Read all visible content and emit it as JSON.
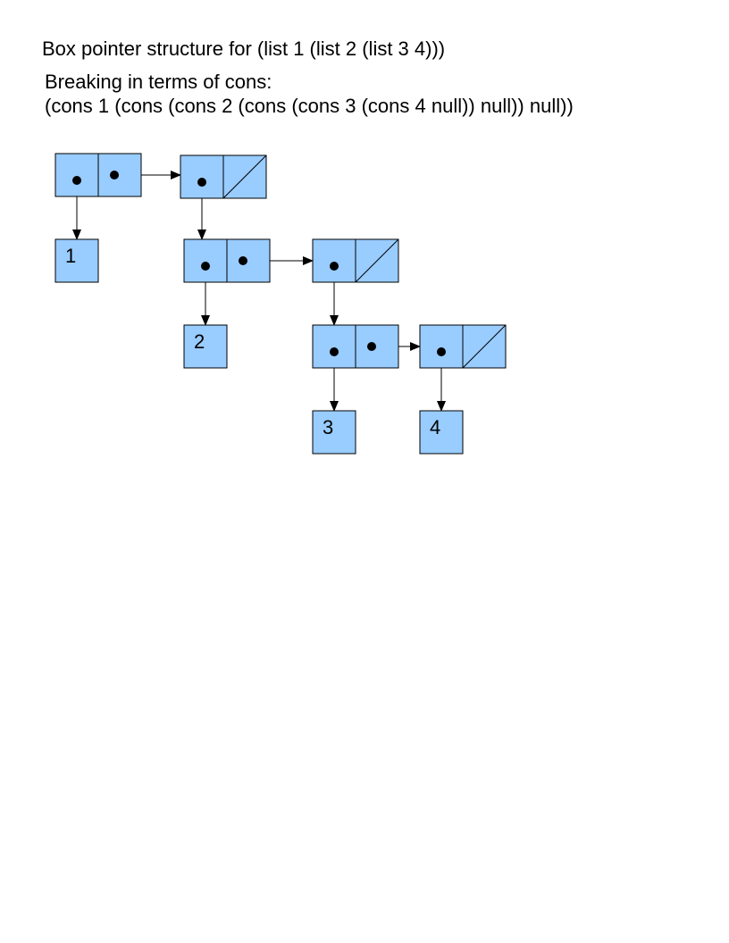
{
  "header": {
    "title": "Box pointer structure for (list 1 (list 2 (list 3 4)))",
    "subtitle": "Breaking in terms of cons:",
    "expression": "(cons 1 (cons (cons 2 (cons (cons 3 (cons 4 null)) null)) null))"
  },
  "colors": {
    "cell_fill": "#99ccff",
    "stroke": "#000000"
  },
  "diagram": {
    "pairs": [
      {
        "id": "p1",
        "cdr_null": false
      },
      {
        "id": "p2",
        "cdr_null": true
      },
      {
        "id": "p3",
        "cdr_null": false
      },
      {
        "id": "p4",
        "cdr_null": true
      },
      {
        "id": "p5",
        "cdr_null": false
      },
      {
        "id": "p6",
        "cdr_null": true
      }
    ],
    "values": [
      {
        "id": "v1",
        "label": "1"
      },
      {
        "id": "v2",
        "label": "2"
      },
      {
        "id": "v3",
        "label": "3"
      },
      {
        "id": "v4",
        "label": "4"
      }
    ],
    "pointers": [
      {
        "from": "p1",
        "field": "car",
        "to": "v1"
      },
      {
        "from": "p1",
        "field": "cdr",
        "to": "p2"
      },
      {
        "from": "p2",
        "field": "car",
        "to": "p3"
      },
      {
        "from": "p3",
        "field": "car",
        "to": "v2"
      },
      {
        "from": "p3",
        "field": "cdr",
        "to": "p4"
      },
      {
        "from": "p4",
        "field": "car",
        "to": "p5"
      },
      {
        "from": "p5",
        "field": "car",
        "to": "v3"
      },
      {
        "from": "p5",
        "field": "cdr",
        "to": "p6"
      },
      {
        "from": "p6",
        "field": "car",
        "to": "v4"
      }
    ]
  }
}
